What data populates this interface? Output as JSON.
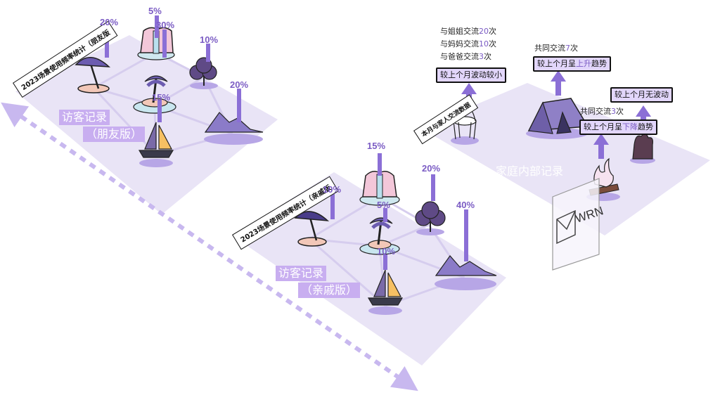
{
  "friends_panel": {
    "banner": "2023场景使用频率统计（朋友版",
    "visitor_line1": "访客记录",
    "visitor_line2": "（朋友版）",
    "pcts": {
      "beach": "20%",
      "waterfall": "5%",
      "island": "30%",
      "boat": "15%",
      "tree": "10%",
      "mountain": "20%"
    }
  },
  "relatives_panel": {
    "banner": "2023场景使用频率统计（亲戚版",
    "visitor_line1": "访客记录",
    "visitor_line2": "（亲戚版）",
    "pcts": {
      "waterfall": "15%",
      "beach": "10%",
      "island": "5%",
      "boat": "10%",
      "tree": "20%",
      "mountain": "40%"
    }
  },
  "home_panel": {
    "title": "家庭内部记录",
    "banner": "本月与家人交流数据",
    "chair_notes": {
      "sister_pre": "与姐姐交流",
      "sister_n": "20",
      "sister_post": "次",
      "mom_pre": "与妈妈交流",
      "mom_n": "10",
      "mom_post": "次",
      "dad_pre": "与爸爸交流",
      "dad_n": "3",
      "dad_post": "次"
    },
    "chair_box": "较上个月波动较小",
    "tent_note_pre": "共同交流",
    "tent_note_n": "7",
    "tent_note_post": "次",
    "tent_box_pre": "较上个月呈",
    "tent_box_hl": "上升",
    "tent_box_post": "趋势",
    "fire_note_pre": "共同交流",
    "fire_note_n": "3",
    "fire_note_post": "次",
    "fire_box_pre": "较上个月呈",
    "fire_box_hl": "下降",
    "fire_box_post": "趋势",
    "plant_box": "较上个月无波动",
    "sign_text": "WRN"
  },
  "colors": {
    "platform": "#e9e4f6",
    "shadow": "#b7a6e6",
    "accent": "#7b5cc4",
    "bar": "#8b6fd6",
    "box_fill": "#e2d6fb",
    "label_bg": "#c8aef0"
  }
}
